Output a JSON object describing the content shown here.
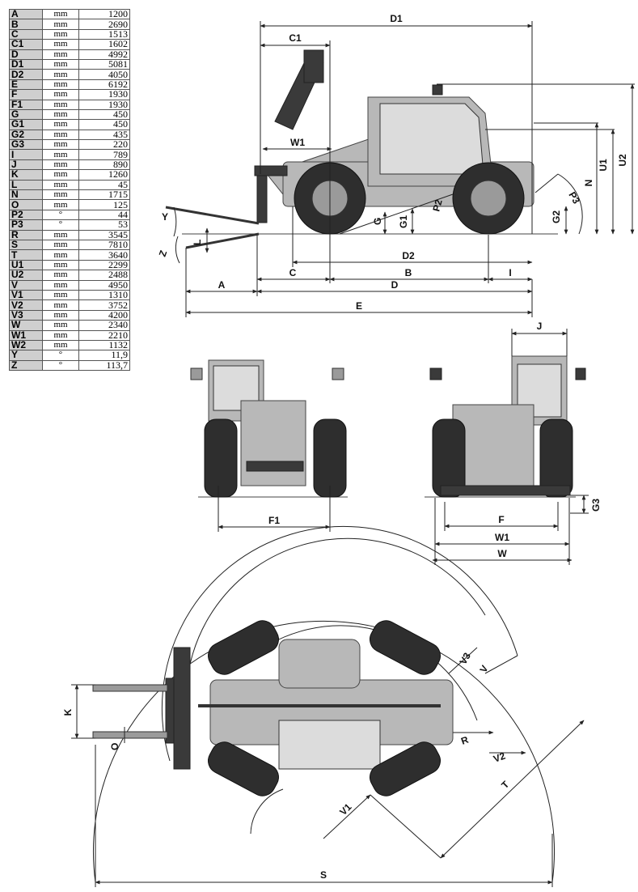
{
  "spec_table": [
    {
      "code": "A",
      "unit": "mm",
      "value": "1200"
    },
    {
      "code": "B",
      "unit": "mm",
      "value": "2690"
    },
    {
      "code": "C",
      "unit": "mm",
      "value": "1513"
    },
    {
      "code": "C1",
      "unit": "mm",
      "value": "1602"
    },
    {
      "code": "D",
      "unit": "mm",
      "value": "4992"
    },
    {
      "code": "D1",
      "unit": "mm",
      "value": "5081"
    },
    {
      "code": "D2",
      "unit": "mm",
      "value": "4050"
    },
    {
      "code": "E",
      "unit": "mm",
      "value": "6192"
    },
    {
      "code": "F",
      "unit": "mm",
      "value": "1930"
    },
    {
      "code": "F1",
      "unit": "mm",
      "value": "1930"
    },
    {
      "code": "G",
      "unit": "mm",
      "value": "450"
    },
    {
      "code": "G1",
      "unit": "mm",
      "value": "450"
    },
    {
      "code": "G2",
      "unit": "mm",
      "value": "435"
    },
    {
      "code": "G3",
      "unit": "mm",
      "value": "220"
    },
    {
      "code": "I",
      "unit": "mm",
      "value": "789"
    },
    {
      "code": "J",
      "unit": "mm",
      "value": "890"
    },
    {
      "code": "K",
      "unit": "mm",
      "value": "1260"
    },
    {
      "code": "L",
      "unit": "mm",
      "value": "45"
    },
    {
      "code": "N",
      "unit": "mm",
      "value": "1715"
    },
    {
      "code": "O",
      "unit": "mm",
      "value": "125"
    },
    {
      "code": "P2",
      "unit": "°",
      "value": "44"
    },
    {
      "code": "P3",
      "unit": "°",
      "value": "53"
    },
    {
      "code": "R",
      "unit": "mm",
      "value": "3545"
    },
    {
      "code": "S",
      "unit": "mm",
      "value": "7810"
    },
    {
      "code": "T",
      "unit": "mm",
      "value": "3640"
    },
    {
      "code": "U1",
      "unit": "mm",
      "value": "2299"
    },
    {
      "code": "U2",
      "unit": "mm",
      "value": "2488"
    },
    {
      "code": "V",
      "unit": "mm",
      "value": "4950"
    },
    {
      "code": "V1",
      "unit": "mm",
      "value": "1310"
    },
    {
      "code": "V2",
      "unit": "mm",
      "value": "3752"
    },
    {
      "code": "V3",
      "unit": "mm",
      "value": "4200"
    },
    {
      "code": "W",
      "unit": "mm",
      "value": "2340"
    },
    {
      "code": "W1",
      "unit": "mm",
      "value": "2210"
    },
    {
      "code": "W2",
      "unit": "mm",
      "value": "1132"
    },
    {
      "code": "Y",
      "unit": "°",
      "value": "11,9"
    },
    {
      "code": "Z",
      "unit": "°",
      "value": "113,7"
    }
  ],
  "labels": {
    "side": {
      "D1": "D1",
      "C1": "C1",
      "W1": "W1",
      "U1": "U1",
      "U2": "U2",
      "N": "N",
      "P3": "P3",
      "P2": "P2",
      "G": "G",
      "G1": "G1",
      "G2": "G2",
      "Y": "Y",
      "Z": "Z",
      "L": "L",
      "D2": "D2",
      "C": "C",
      "B": "B",
      "I": "I",
      "A": "A",
      "D": "D",
      "E": "E"
    },
    "front": {
      "F1": "F1"
    },
    "rear": {
      "J": "J",
      "G3": "G3",
      "F": "F",
      "W1": "W1",
      "W": "W"
    },
    "top": {
      "K": "K",
      "O": "O",
      "V3": "V3",
      "V": "V",
      "R": "R",
      "V2": "V2",
      "T": "T",
      "V1": "V1",
      "S": "S"
    }
  }
}
